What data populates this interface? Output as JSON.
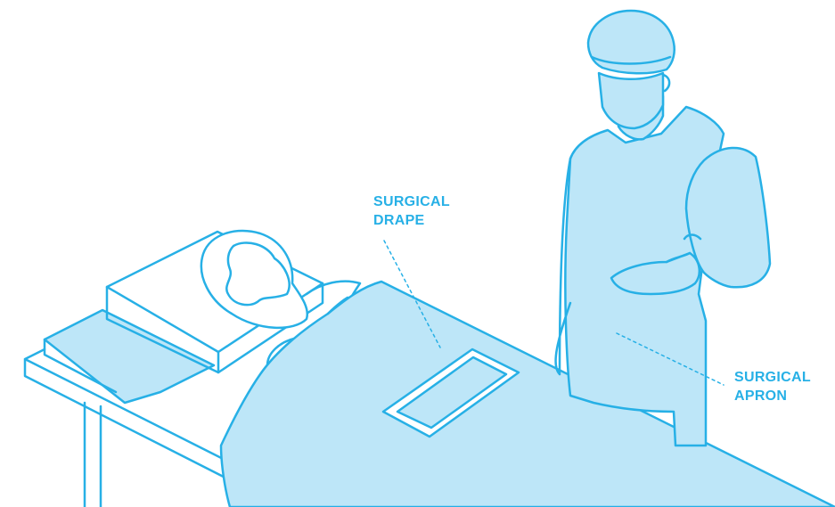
{
  "colors": {
    "outline": "#27b0e6",
    "fill": "#bde6f8",
    "label": "#27b0e6",
    "background": "#ffffff"
  },
  "labels": {
    "drape": {
      "line1": "SURGICAL",
      "line2": "DRAPE"
    },
    "apron": {
      "line1": "SURGICAL",
      "line2": "APRON"
    }
  }
}
